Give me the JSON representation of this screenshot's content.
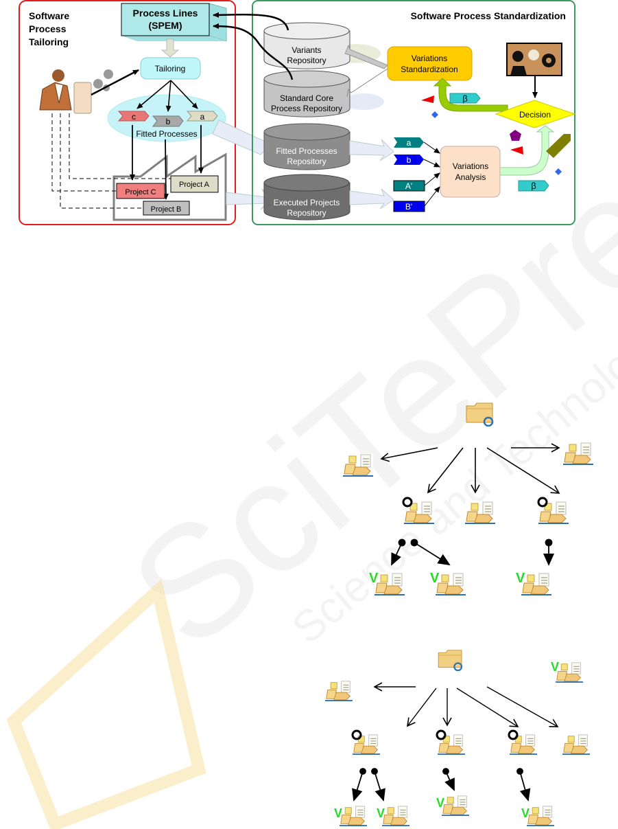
{
  "watermark": {
    "brand": "SciTePress",
    "tagline": "Science and Technology Publications"
  },
  "tailoring_panel": {
    "title_lines": [
      "Software",
      "Process",
      "Tailoring"
    ],
    "process_lines": [
      "Process Lines",
      "(SPEM)"
    ],
    "tailoring": "Tailoring",
    "fitted_processes": "Fitted Processes",
    "chevrons": [
      "c",
      "b",
      "a"
    ],
    "project_c": "Project C",
    "project_a": "Project A",
    "project_b": "Project B"
  },
  "standardization_panel": {
    "title": "Software Process Standardization",
    "repositories": {
      "variants": [
        "Variants",
        "Repository"
      ],
      "standard_core": [
        "Standard Core",
        "Process Repository"
      ],
      "fitted": [
        "Fitted Processes",
        "Repository"
      ],
      "executed": [
        "Executed Projects",
        "Repository"
      ]
    },
    "variations_standardization": [
      "Variations",
      "Standardization"
    ],
    "decision": "Decision",
    "variations_analysis": [
      "Variations",
      "Analysis"
    ],
    "inputs": [
      "a",
      "b",
      "A'",
      "B'"
    ],
    "beta": "β",
    "colors": {
      "red_frame": "#e51a1a",
      "green_frame": "#3a9a60",
      "standardization": "#ffcc00",
      "decision": "#ffff00",
      "analysis": "#fde0c8"
    }
  },
  "trees": {
    "variant_mark": "V"
  }
}
